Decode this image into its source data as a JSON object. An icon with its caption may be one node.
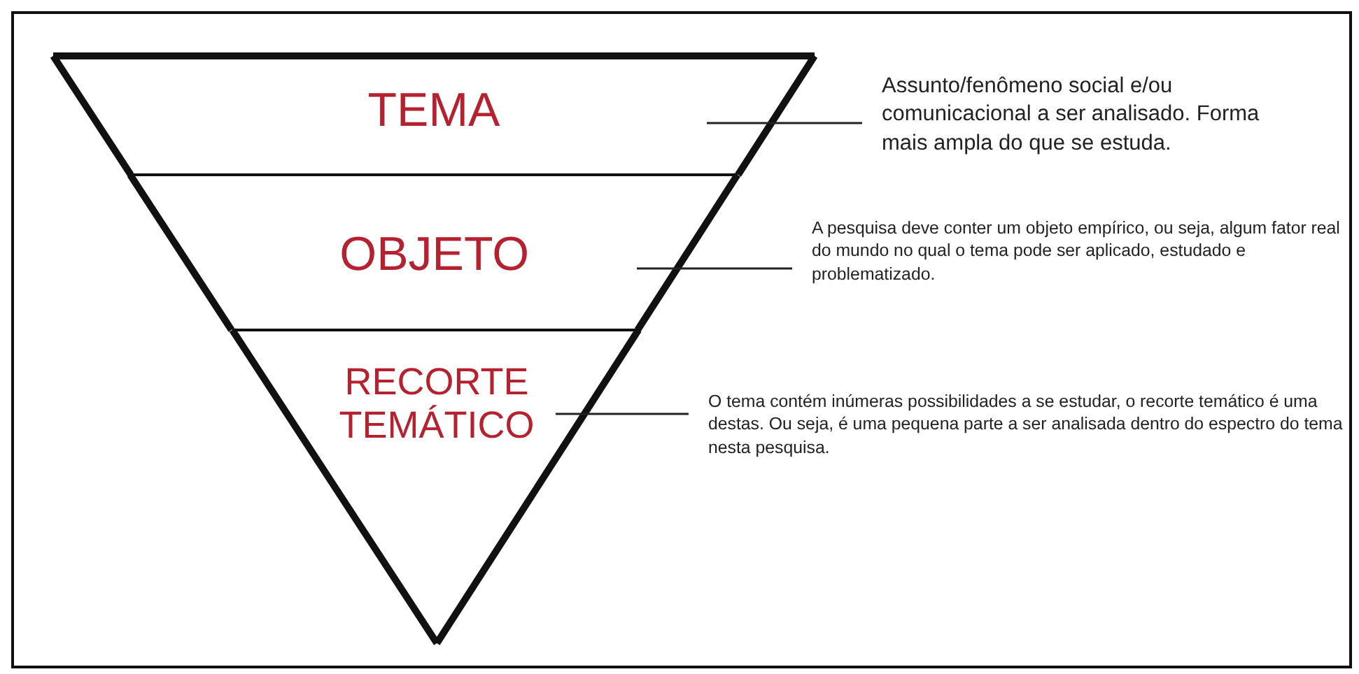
{
  "diagram": {
    "nodes": [
      {
        "text": [
          "TEMA"
        ]
      },
      {
        "text": [
          "OBJETO"
        ]
      },
      {
        "text": [
          "RECORTE TEMÁTICO"
        ]
      },
      {
        "text": [
          "Assunto/fenômeno social e/ou comunicacional a ser analisado. Forma mais ampla do que se estuda."
        ]
      },
      {
        "text": [
          "A pesquisa deve conter um objeto empírico, ou seja, algum fator real do mundo no qual o tema pode ser aplicado, estudado e problematizado."
        ]
      },
      {
        "text": [
          "O tema contém inúmeras possibilidades a se estudar, o recorte temático é uma destas. Ou seja, é uma pequena parte a ser analisada dentro do espectro do tema nesta pesquisa."
        ]
      }
    ],
    "edges": [
      {
        "from": 3,
        "to": 0,
        "arrow": "none"
      },
      {
        "from": 4,
        "to": 1,
        "arrow": "none"
      },
      {
        "from": 5,
        "to": 2,
        "arrow": "none"
      }
    ]
  }
}
